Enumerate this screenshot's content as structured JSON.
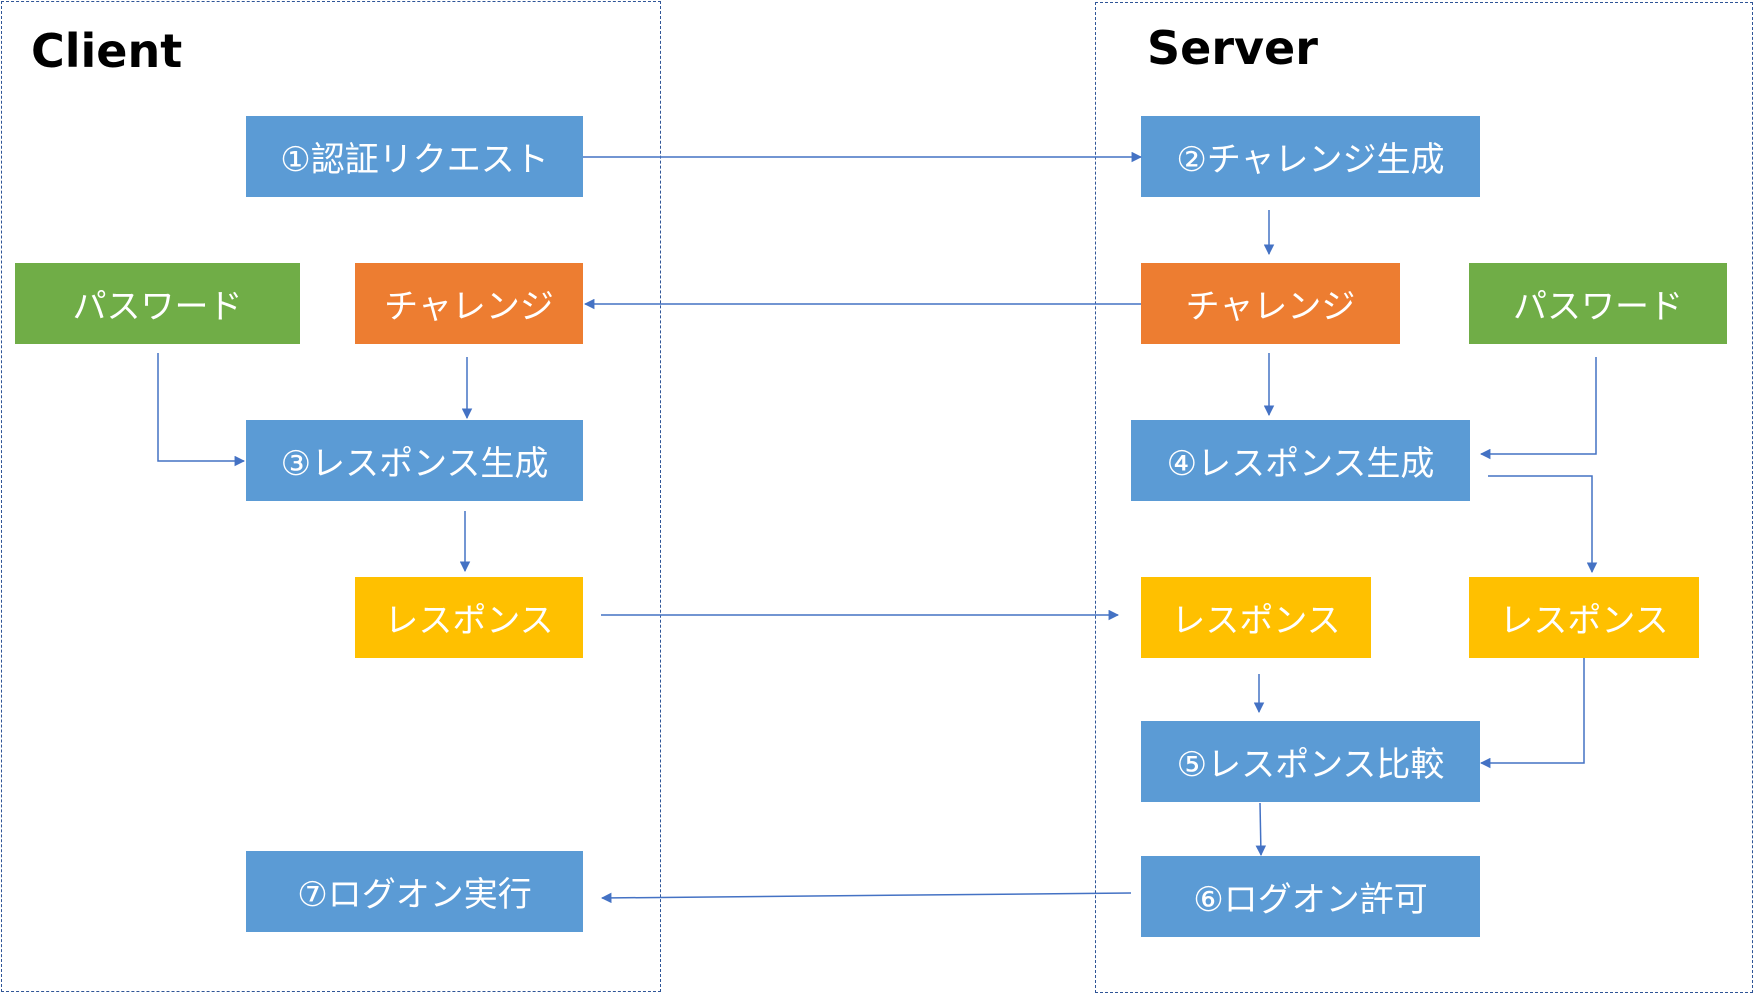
{
  "client": {
    "title": "Client",
    "auth_request": "①認証リクエスト",
    "password": "パスワード",
    "challenge": "チャレンジ",
    "response_gen": "③レスポンス生成",
    "response": "レスポンス",
    "logon_exec": "⑦ログオン実行"
  },
  "server": {
    "title": "Server",
    "challenge_gen": "②チャレンジ生成",
    "challenge": "チャレンジ",
    "password": "パスワード",
    "response_gen": "④レスポンス生成",
    "response_received": "レスポンス",
    "response_computed": "レスポンス",
    "response_compare": "⑤レスポンス比較",
    "logon_permit": "⑥ログオン許可"
  },
  "colors": {
    "step": "#5b9bd5",
    "challenge": "#ed7d31",
    "password": "#70ad47",
    "response": "#ffc000",
    "connector": "#4472c4",
    "boundary": "#2f5597"
  }
}
